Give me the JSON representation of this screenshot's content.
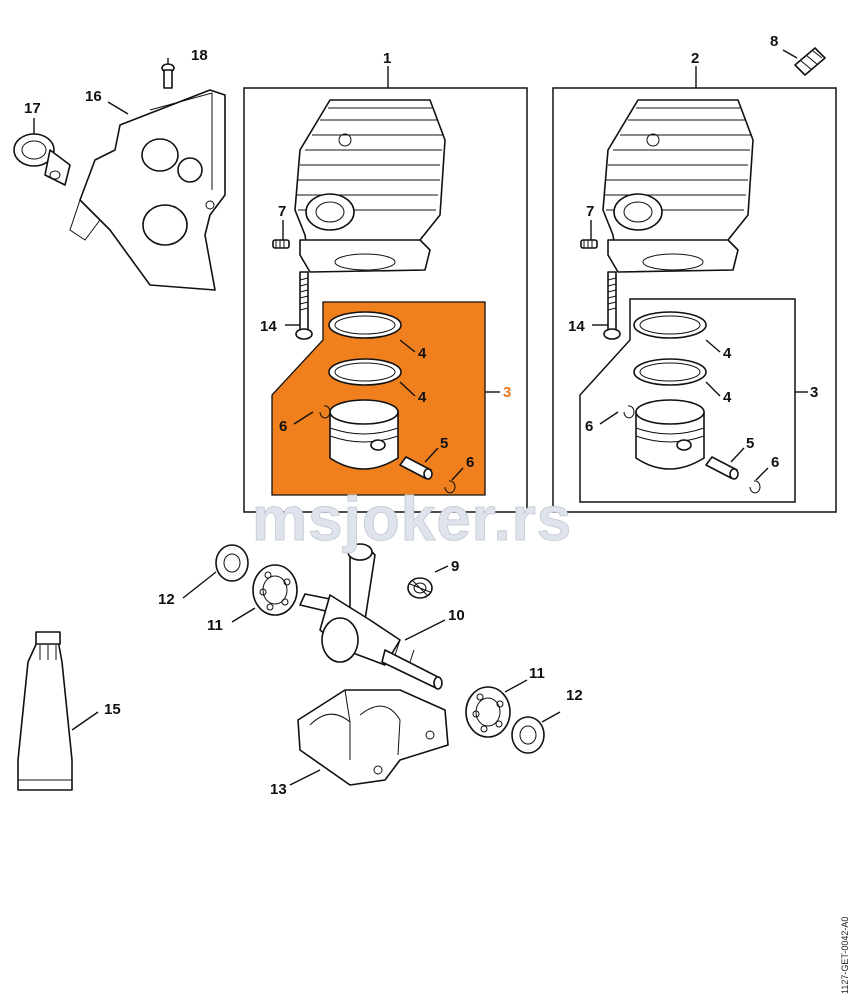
{
  "watermark": "msjoker.rs",
  "document_id": "1127-GET-0042-A0",
  "highlight_color": "#f07f1d",
  "callouts": {
    "c1": "1",
    "c2": "2",
    "c3_left": "3",
    "c3_right": "3",
    "c4_l1": "4",
    "c4_l2": "4",
    "c4_r1": "4",
    "c4_r2": "4",
    "c5_l": "5",
    "c5_r": "5",
    "c6_l1": "6",
    "c6_l2": "6",
    "c6_r1": "6",
    "c6_r2": "6",
    "c7_l": "7",
    "c7_r": "7",
    "c8": "8",
    "c9": "9",
    "c10": "10",
    "c11_a": "11",
    "c11_b": "11",
    "c12_a": "12",
    "c12_b": "12",
    "c13": "13",
    "c14_l": "14",
    "c14_r": "14",
    "c15": "15",
    "c16": "16",
    "c17": "17",
    "c18": "18"
  }
}
